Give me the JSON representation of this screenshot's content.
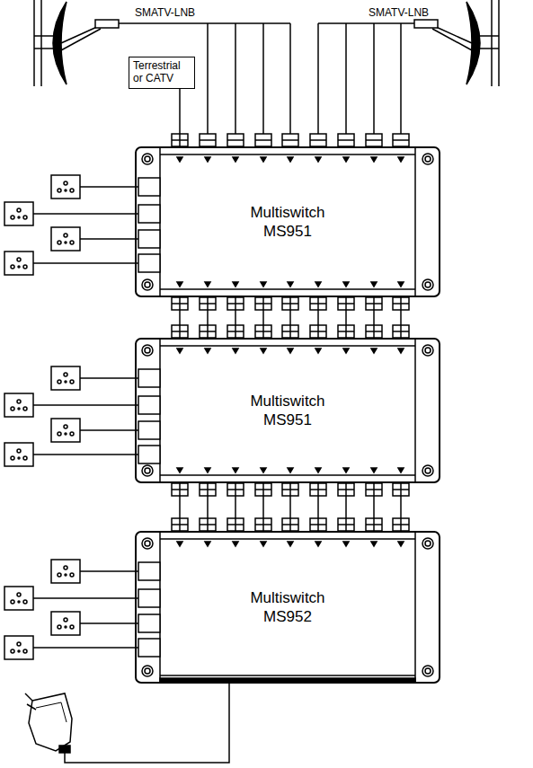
{
  "diagram": {
    "nodes": [
      {
        "text": [
          "Terrestrial or CATV"
        ]
      },
      {
        "text": [
          "Multiswitch MS951"
        ]
      },
      {
        "text": [
          "Multiswitch MS951"
        ]
      },
      {
        "text": [
          "Multiswitch MS952"
        ]
      }
    ],
    "edges": [
      {
        "from": 0,
        "to": 1,
        "arrow": "none"
      },
      {
        "from": 1,
        "to": 2,
        "arrow": "none"
      },
      {
        "from": 1,
        "to": 2,
        "arrow": "none"
      },
      {
        "from": 1,
        "to": 2,
        "arrow": "none"
      },
      {
        "from": 1,
        "to": 2,
        "arrow": "none"
      },
      {
        "from": 1,
        "to": 2,
        "arrow": "none"
      },
      {
        "from": 1,
        "to": 2,
        "arrow": "none"
      },
      {
        "from": 1,
        "to": 2,
        "arrow": "none"
      },
      {
        "from": 1,
        "to": 2,
        "arrow": "none"
      },
      {
        "from": 1,
        "to": 2,
        "arrow": "none"
      },
      {
        "from": 2,
        "to": 3,
        "arrow": "none"
      },
      {
        "from": 2,
        "to": 3,
        "arrow": "none"
      },
      {
        "from": 2,
        "to": 3,
        "arrow": "none"
      },
      {
        "from": 2,
        "to": 3,
        "arrow": "none"
      },
      {
        "from": 2,
        "to": 3,
        "arrow": "none"
      },
      {
        "from": 2,
        "to": 3,
        "arrow": "none"
      },
      {
        "from": 2,
        "to": 3,
        "arrow": "none"
      },
      {
        "from": 2,
        "to": 3,
        "arrow": "none"
      },
      {
        "from": 2,
        "to": 3,
        "arrow": "none"
      }
    ],
    "labels": [
      "SMATV-LNB",
      "SMATV-LNB"
    ]
  }
}
